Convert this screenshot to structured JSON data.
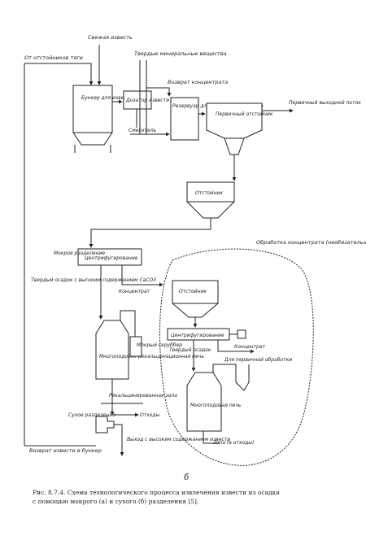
{
  "labels": {
    "from_settling": "От отстойников тяги",
    "fresh_lime": "Свежая известь",
    "solid_fuel": "Твердые минеральные вещества",
    "return_concentrate": "Возврат концентрата",
    "bunker": "Бункер для извести",
    "dosing": "Дозатор извести",
    "mixer": "Смеситель",
    "mixing_tank": "Резервуар для смешивания осадка",
    "primary_settler": "Первичный отстойник",
    "primary_out": "Первичный выходной поток",
    "thickener1": "Отстойник",
    "centrifuge1": "Центрифугирование",
    "wet_centrate": "Мокрое разделение",
    "concentrate_label": "Концентрат",
    "solid_sediment": "Твердый осадок с высоким содержанием CaCO3",
    "recalc_furnace": "Многоподовая рекальцинационная печь",
    "wet_scrubber": "Мокрый скруббер",
    "recalc_lime": "Рекальцинированная зола",
    "dry_separation": "Сухое разделение",
    "waste": "Отходы",
    "output_high": "Выход с высоким содержанием извести",
    "return_lime": "Возврат извести в бункер",
    "concentrate_treatment": "Обработка концентрата (необязательно)",
    "thickener2": "Отстойник",
    "centrifuge2": "Центрифугирование",
    "solid_sediment2": "Твердый осадок",
    "concentrate2": "Концентрат",
    "to_primary": "Для первичной обработки",
    "furnace2": "Многоподовая печь",
    "ash_out": "Зола (в отходы)",
    "fig_letter": "б"
  },
  "caption": {
    "line1": "Рис. 8.7.4. Схема технологического процесса извлечения извести из осадка",
    "line2": "с помощью мокрого (а) и сухого (б) разделения [5]."
  }
}
